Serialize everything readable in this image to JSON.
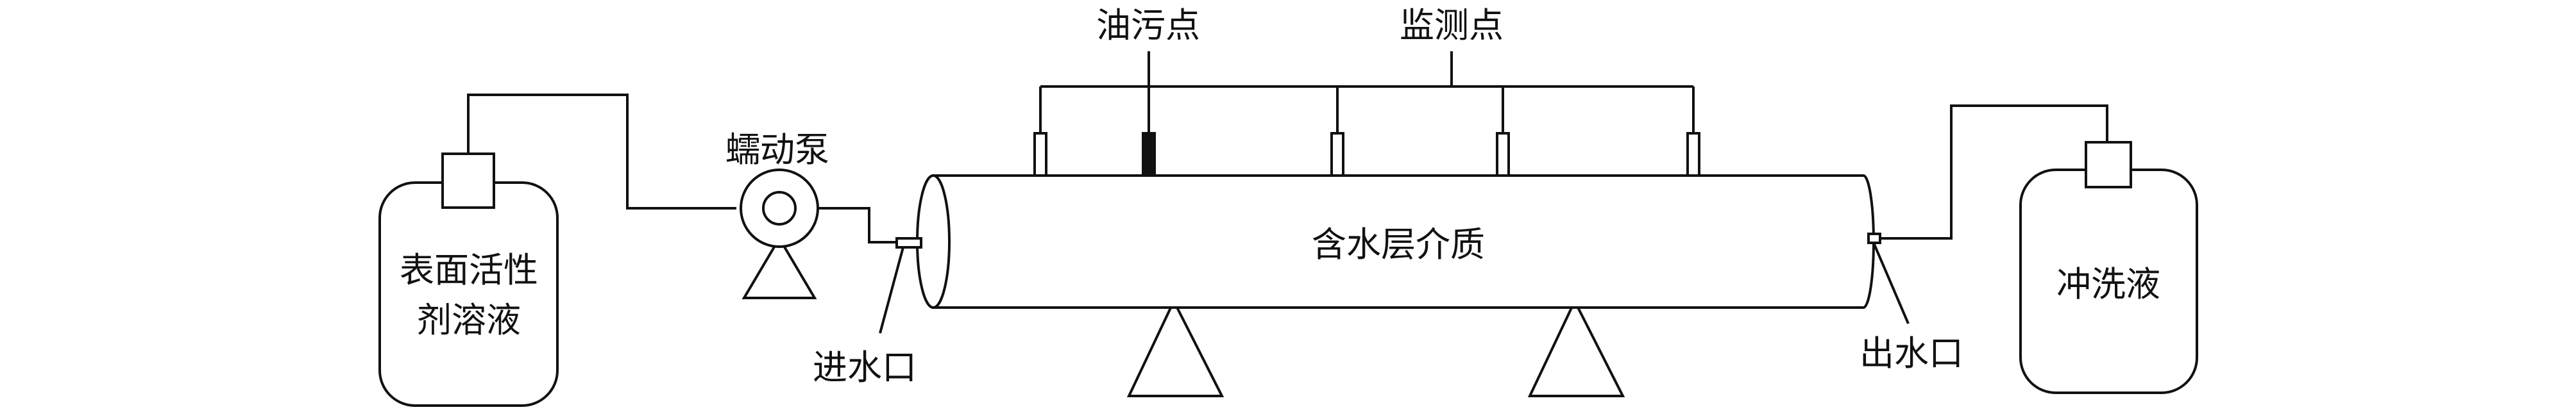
{
  "labels": {
    "surfactant": [
      "表面活性",
      "剂溶液"
    ],
    "pump": "蠕动泵",
    "inlet": "进水口",
    "oil_point": "油污点",
    "monitor_points": "监测点",
    "aquifer": "含水层介质",
    "outlet": "出水口",
    "flush": "冲洗液"
  }
}
